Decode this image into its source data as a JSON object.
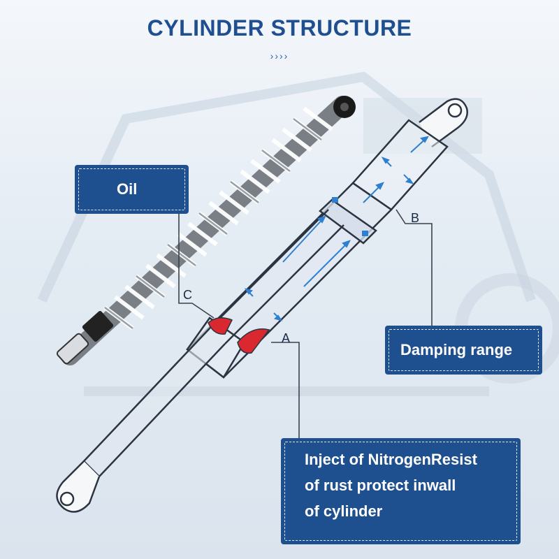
{
  "title": "CYLINDER STRUCTURE",
  "title_arrows": "››››",
  "labels": {
    "oil": "Oil",
    "damping": "Damping range",
    "inject_lines": [
      "Inject of NitrogenResist",
      "of rust protect inwall",
      "of cylinder"
    ]
  },
  "letters": {
    "a": "A",
    "b": "B",
    "c": "C"
  },
  "colors": {
    "title": "#1f4f8f",
    "label_box": "#1e4f8f",
    "flow_arrow": "#2f7fd1",
    "seal": "#d9282f"
  }
}
